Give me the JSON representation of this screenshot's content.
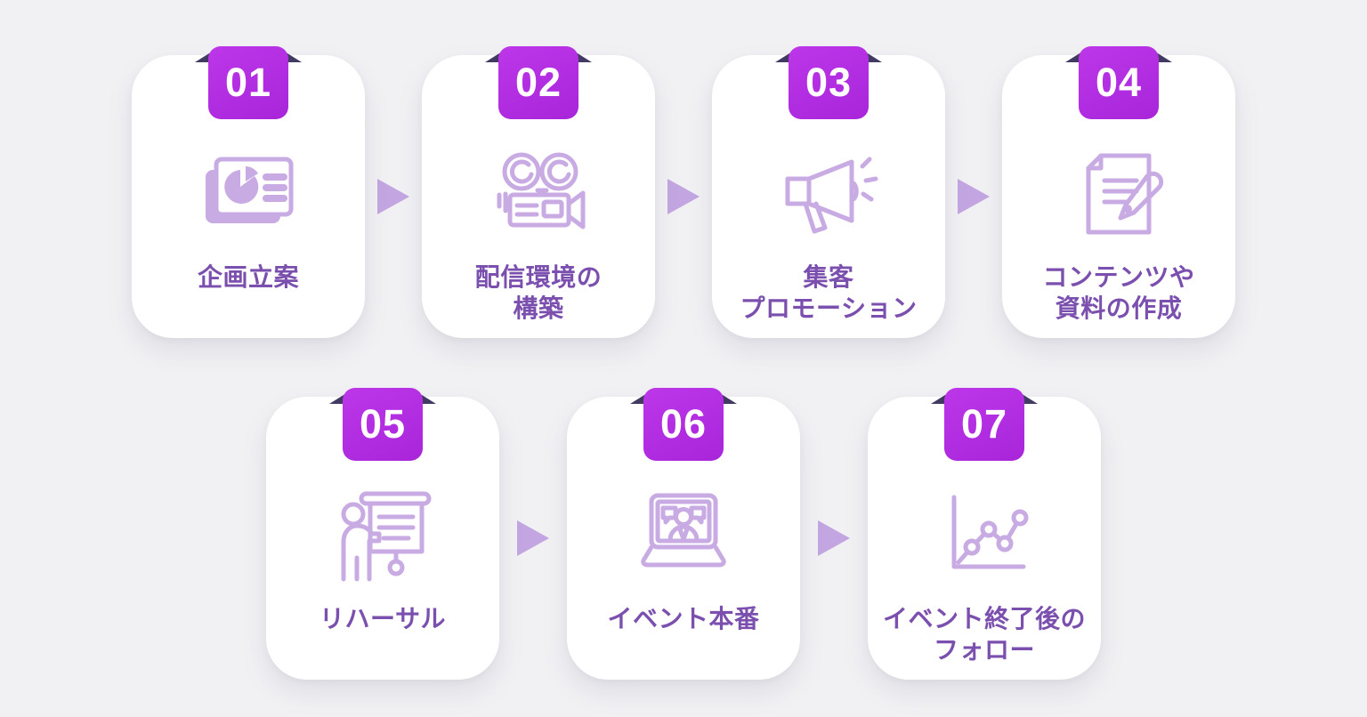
{
  "colors": {
    "background": "#f1f1f4",
    "card": "#ffffff",
    "badge_top": "#bd37e9",
    "badge_bottom": "#a825da",
    "ribbon_fold": "#413a63",
    "icon": "#c9abe4",
    "label": "#7b4fae",
    "arrow": "#c3a6e1",
    "badge_number_text": "#ffffff"
  },
  "steps": [
    {
      "number": "01",
      "label_lines": [
        "企画立案"
      ],
      "icon": "presentation-chart-icon"
    },
    {
      "number": "02",
      "label_lines": [
        "配信環境の",
        "構築"
      ],
      "icon": "video-camera-icon"
    },
    {
      "number": "03",
      "label_lines": [
        "集客",
        "プロモーション"
      ],
      "icon": "megaphone-icon"
    },
    {
      "number": "04",
      "label_lines": [
        "コンテンツや",
        "資料の作成"
      ],
      "icon": "document-pen-icon"
    },
    {
      "number": "05",
      "label_lines": [
        "リハーサル"
      ],
      "icon": "presenter-screen-icon"
    },
    {
      "number": "06",
      "label_lines": [
        "イベント本番"
      ],
      "icon": "laptop-video-call-icon"
    },
    {
      "number": "07",
      "label_lines": [
        "イベント終了後の",
        "フォロー"
      ],
      "icon": "growth-chart-icon"
    }
  ],
  "rows": [
    {
      "step_indices": [
        0,
        1,
        2,
        3
      ]
    },
    {
      "step_indices": [
        4,
        5,
        6
      ]
    }
  ],
  "connector": {
    "icon": "right-arrow-icon"
  }
}
